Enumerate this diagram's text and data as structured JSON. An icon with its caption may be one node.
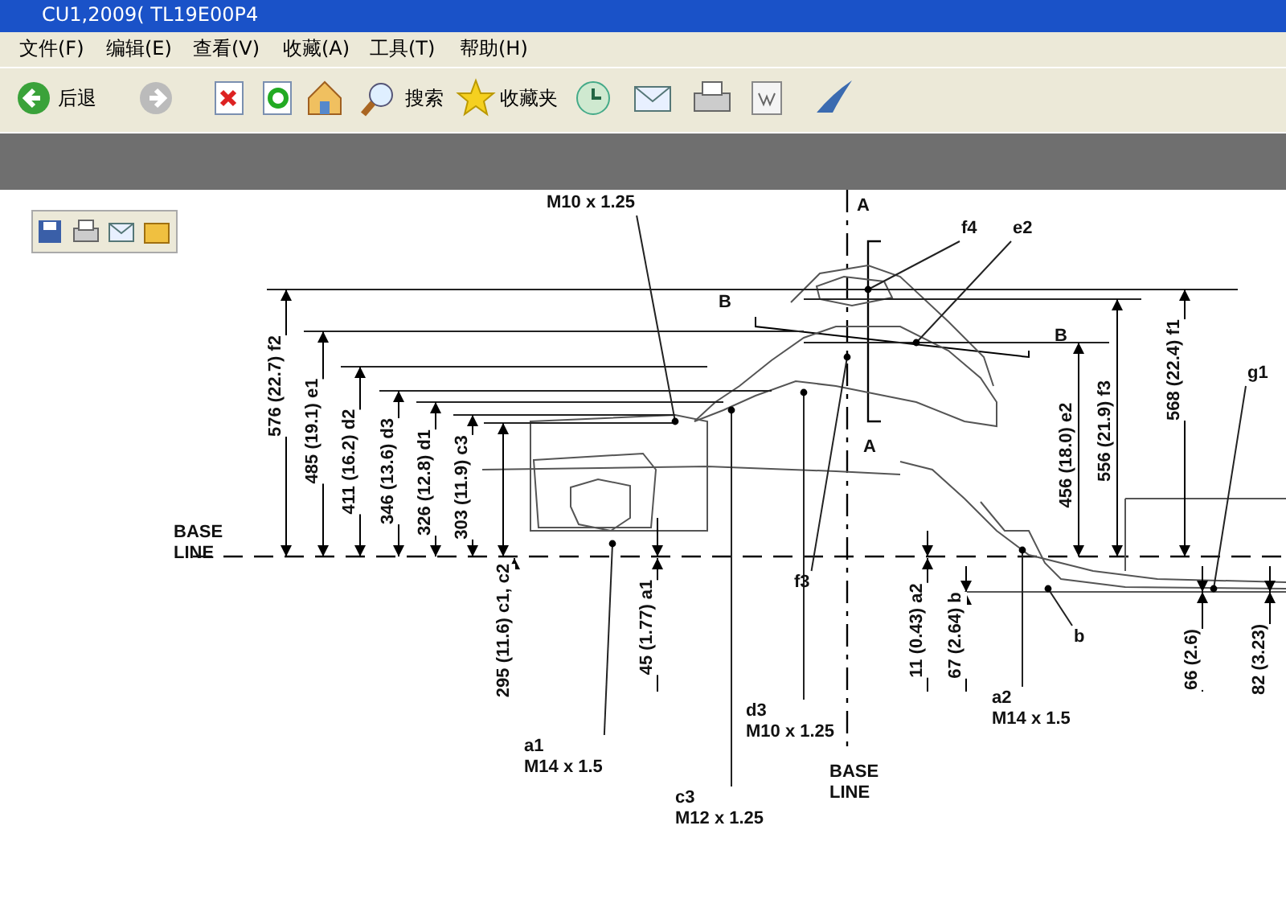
{
  "diagram": {
    "nodes": [
      {
        "text": [
          "M10 x 1.25"
        ]
      },
      {
        "text": [
          "f4"
        ]
      },
      {
        "text": [
          "e2"
        ]
      },
      {
        "text": [
          "g1"
        ]
      },
      {
        "text": [
          "f3"
        ]
      },
      {
        "text": [
          "a1",
          "M14 x 1.5"
        ]
      },
      {
        "text": [
          "d3",
          "M10 x 1.25"
        ]
      },
      {
        "text": [
          "c3",
          "M12 x 1.25"
        ]
      },
      {
        "text": [
          "a2",
          "M14 x 1.5"
        ]
      },
      {
        "text": [
          "b"
        ]
      }
    ],
    "edges": [
      {
        "from": 0,
        "to": null,
        "arrow": "none"
      },
      {
        "from": 1,
        "to": null,
        "arrow": "none"
      },
      {
        "from": 2,
        "to": null,
        "arrow": "none"
      },
      {
        "from": 3,
        "to": null,
        "arrow": "none"
      },
      {
        "from": 4,
        "to": null,
        "arrow": "none"
      },
      {
        "from": 5,
        "to": null,
        "arrow": "none"
      },
      {
        "from": 6,
        "to": null,
        "arrow": "none"
      },
      {
        "from": 7,
        "to": null,
        "arrow": "none"
      },
      {
        "from": 8,
        "to": null,
        "arrow": "none"
      },
      {
        "from": 9,
        "to": null,
        "arrow": "none"
      }
    ],
    "labels": [
      "CU1,2009( TL19E00P4",
      "文件(F)",
      "编辑(E)",
      "查看(V)",
      "收藏(A)",
      "工具(T)",
      "帮助(H)",
      "后退",
      "搜索",
      "收藏夹",
      "A",
      "B",
      "B",
      "A",
      "576 (22.7) f2",
      "485 (19.1) e1",
      "411 (16.2) d2",
      "346 (13.6) d3",
      "326 (12.8) d1",
      "303 (11.9) c3",
      "456 (18.0) e2",
      "556 (21.9) f3",
      "568 (22.4) f1",
      "BASE LINE",
      "295 (11.6) c1, c2",
      "45 (1.77) a1",
      "11 (0.43) a2",
      "67 (2.64) b",
      "66 (2.6)",
      "82 (3.23)",
      "BASE LINE"
    ]
  }
}
